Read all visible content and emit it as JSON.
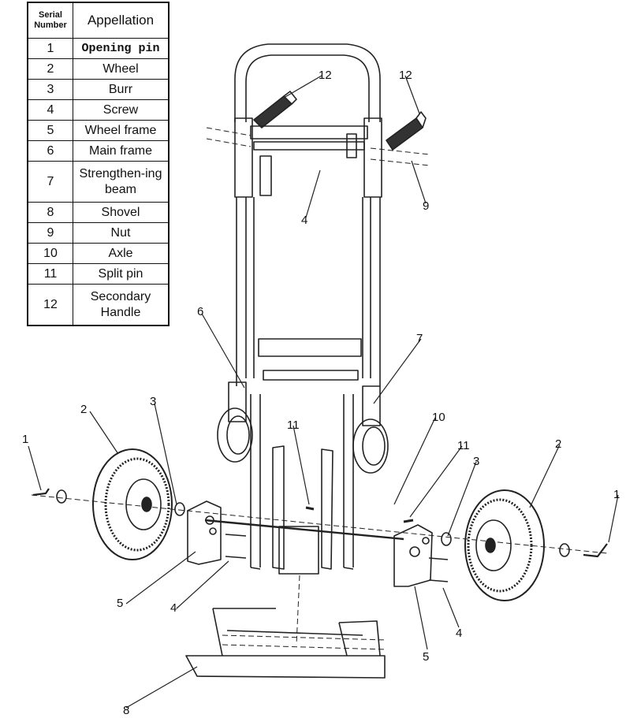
{
  "table": {
    "header_serial": "Serial Number",
    "header_name": "Appellation",
    "rows": [
      {
        "num": "1",
        "name": "Opening pin"
      },
      {
        "num": "2",
        "name": "Wheel"
      },
      {
        "num": "3",
        "name": "Burr"
      },
      {
        "num": "4",
        "name": "Screw"
      },
      {
        "num": "5",
        "name": "Wheel frame"
      },
      {
        "num": "6",
        "name": "Main frame"
      },
      {
        "num": "7",
        "name": "Strengthen-ing beam"
      },
      {
        "num": "8",
        "name": "Shovel"
      },
      {
        "num": "9",
        "name": "Nut"
      },
      {
        "num": "10",
        "name": "Axle"
      },
      {
        "num": "11",
        "name": "Split pin"
      },
      {
        "num": "12",
        "name": "Secondary Handle"
      }
    ]
  },
  "callouts": {
    "c12a": "12",
    "c12b": "12",
    "c9": "9",
    "c4top": "4",
    "c6": "6",
    "c7": "7",
    "c2left": "2",
    "c3left": "3",
    "c1left": "1",
    "c10": "10",
    "c11mid": "11",
    "c11right": "11",
    "c3right": "3",
    "c2right": "2",
    "c1right": "1",
    "c5left": "5",
    "c4left": "4",
    "c5right": "5",
    "c4right": "4",
    "c8": "8"
  }
}
